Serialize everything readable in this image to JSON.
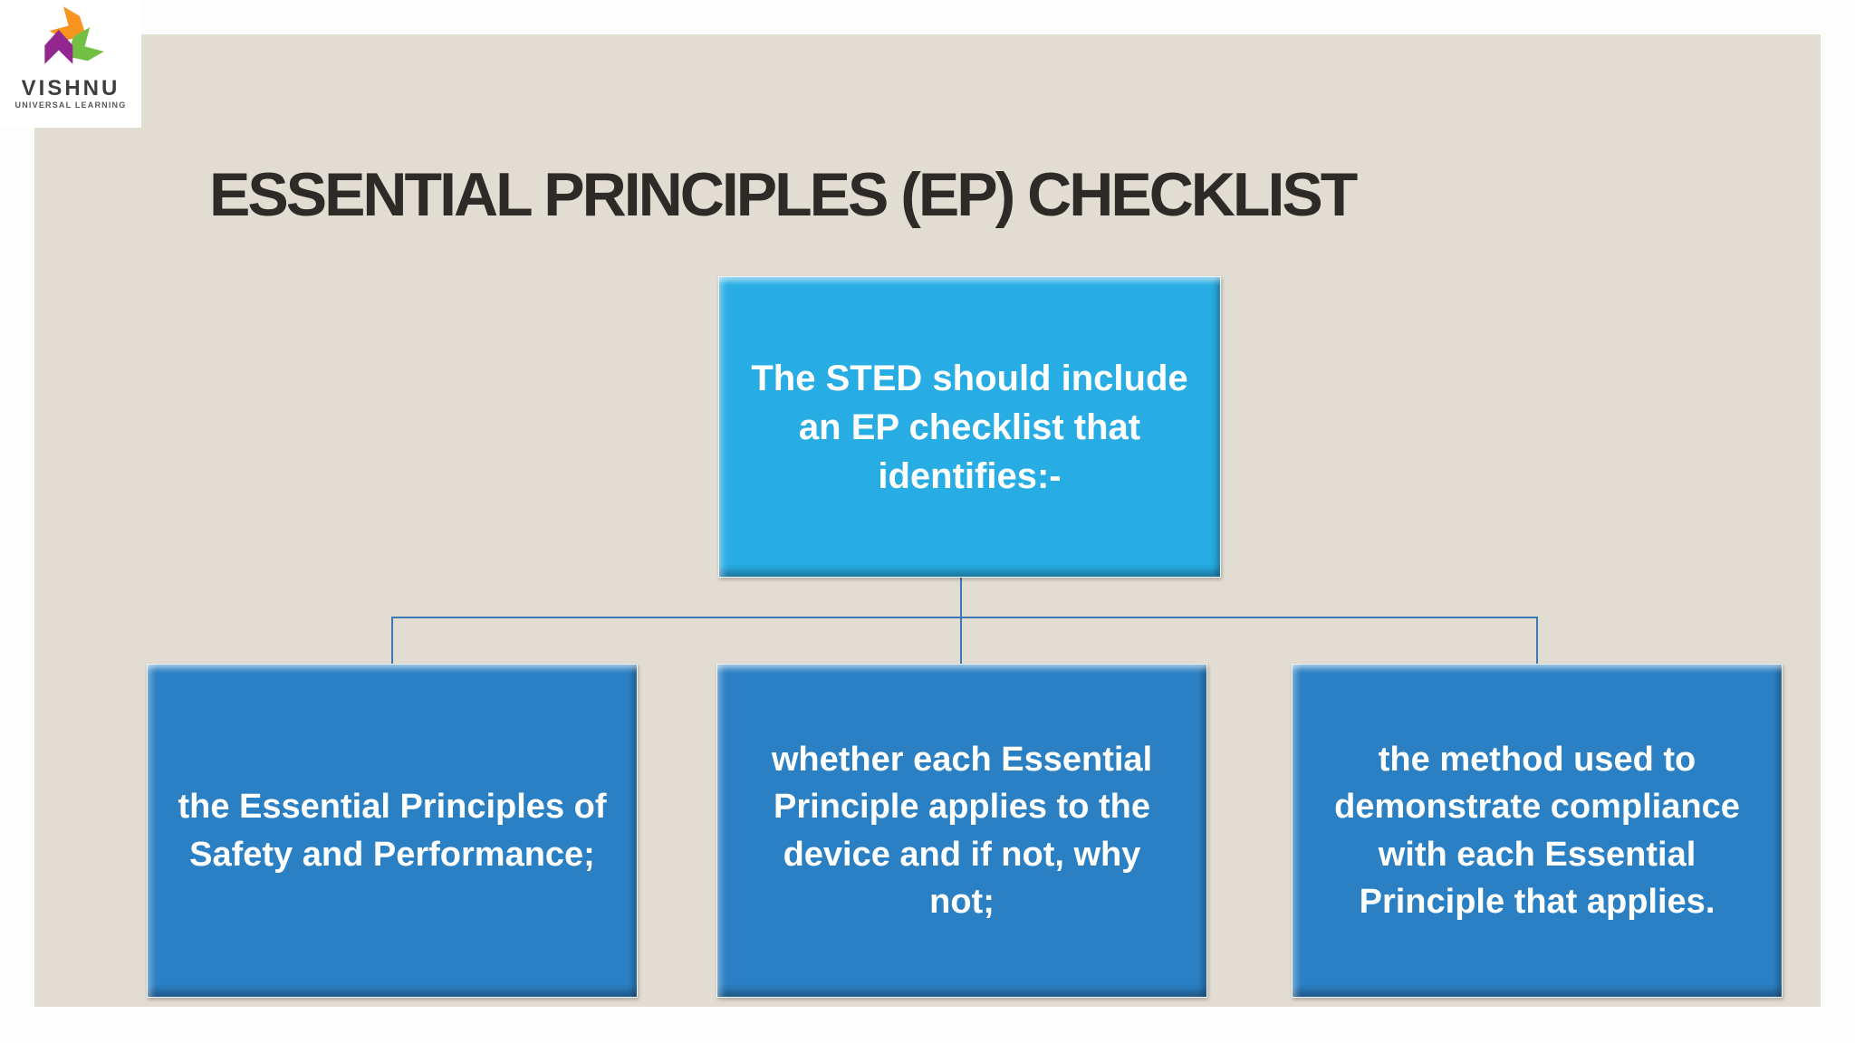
{
  "theme": {
    "page-bg": "#fdfdfd",
    "slide-bg": "#e2ddd2",
    "title-color": "#2d2b28",
    "root-box-fill": "#27ade4",
    "child-box-fill": "#2b7fc3",
    "box-text-color": "#ffffff",
    "connector-color": "#3e79b6",
    "logo-bg": "#ffffff",
    "logo-orange": "#f7941d",
    "logo-purple": "#92278f",
    "logo-green": "#72bf44",
    "logo-text-color": "#3e3e40",
    "logo-subtext-color": "#58585a"
  },
  "logo": {
    "name": "VISHNU",
    "tagline": "UNIVERSAL LEARNING"
  },
  "slide": {
    "title": "ESSENTIAL PRINCIPLES (EP) CHECKLIST",
    "diagram": {
      "root": {
        "text": "The STED should include\nan EP checklist that\nidentifies:-"
      },
      "children": [
        {
          "text": "the Essential Principles of\nSafety and Performance;"
        },
        {
          "text": "whether each Essential\nPrinciple applies to the\ndevice and if not, why\nnot;"
        },
        {
          "text": "the method used to\ndemonstrate compliance\nwith each Essential\nPrinciple that applies."
        }
      ]
    }
  }
}
